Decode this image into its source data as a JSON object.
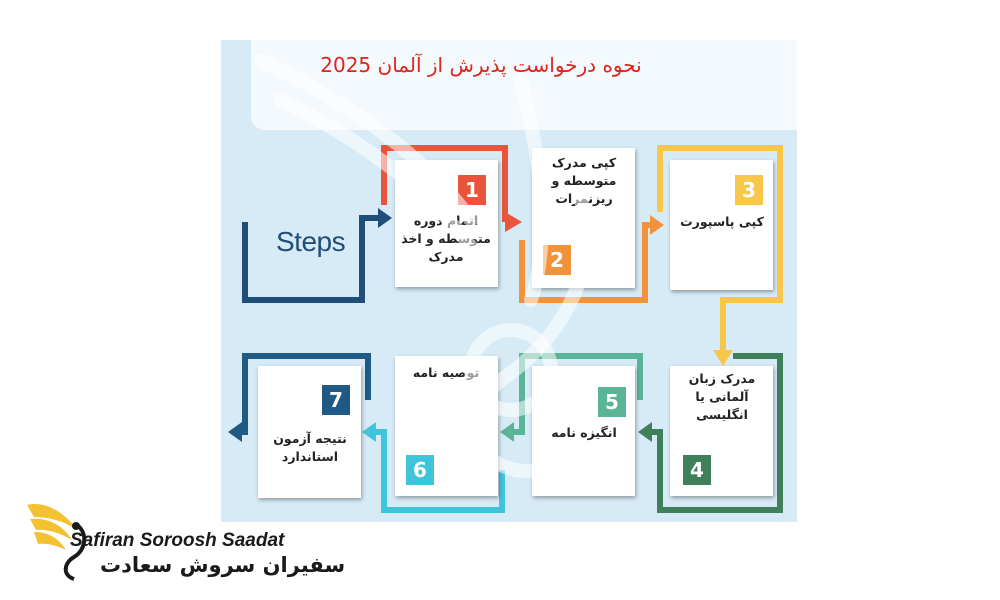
{
  "title": "نحوه درخواست پذیرش از آلمان 2025",
  "start_label": "Steps",
  "steps": [
    {
      "number": "1",
      "label": "اتمام دوره متوسطه و اخذ مدرک",
      "color": "#e8553a"
    },
    {
      "number": "2",
      "label": "کپی مدرک متوسطه و ریزنمرات",
      "color": "#f2923a"
    },
    {
      "number": "3",
      "label": "کپی پاسپورت",
      "color": "#f7c64a"
    },
    {
      "number": "4",
      "label": "مدرک زبان آلمانی یا انگلیسی",
      "color": "#3f7f5a"
    },
    {
      "number": "5",
      "label": "انگیزه نامه",
      "color": "#5ab497"
    },
    {
      "number": "6",
      "label": "توصیه نامه",
      "color": "#40c4dc"
    },
    {
      "number": "7",
      "label": "نتیجه آزمون استاندارد",
      "color": "#1f5a85"
    }
  ],
  "logo": {
    "name_en": "Safiran Soroosh Saadat",
    "name_fa": "سفیران سروش سعادت",
    "icon": "winged-swan-logo-icon"
  }
}
